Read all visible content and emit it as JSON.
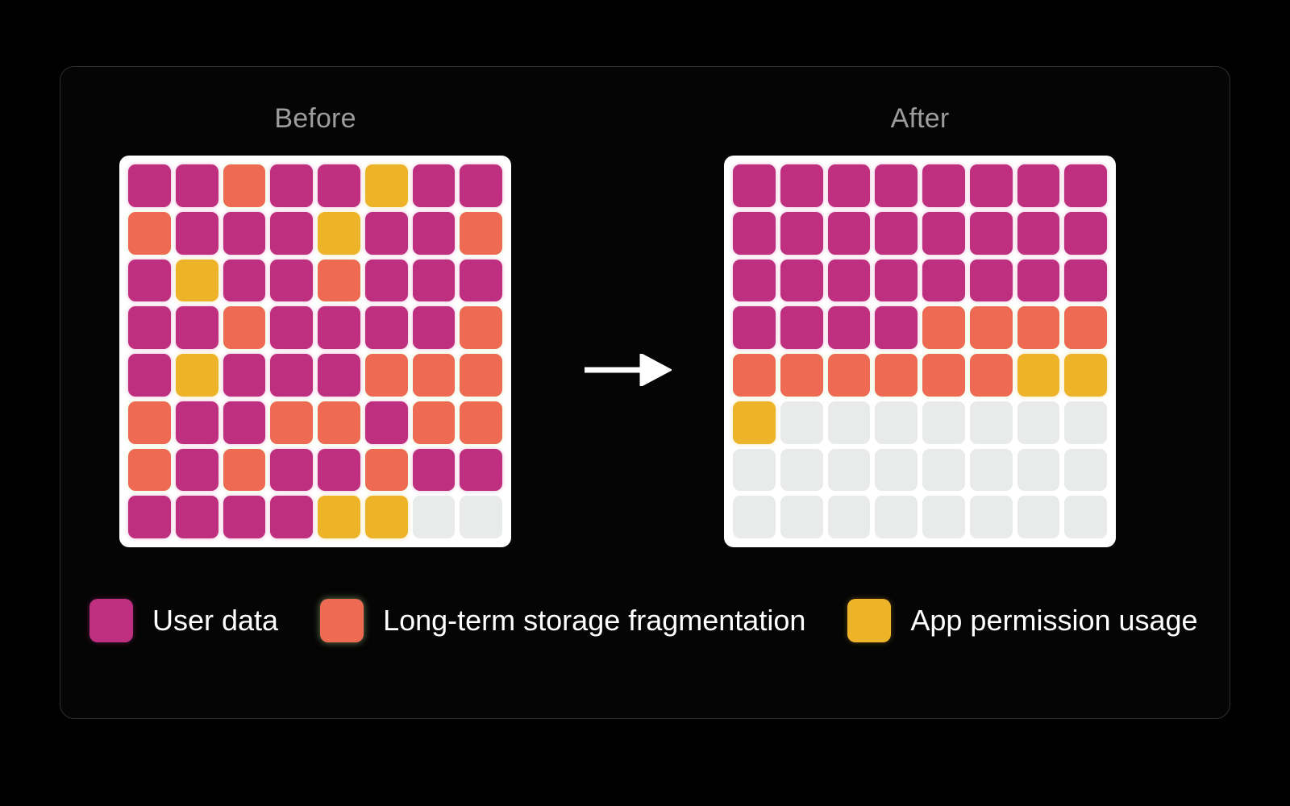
{
  "panels": [
    {
      "id": "before",
      "title": "Before",
      "rows": [
        [
          "magenta",
          "magenta",
          "orange",
          "magenta",
          "magenta",
          "yellow",
          "magenta",
          "magenta"
        ],
        [
          "orange",
          "magenta",
          "magenta",
          "magenta",
          "yellow",
          "magenta",
          "magenta",
          "orange"
        ],
        [
          "magenta",
          "yellow",
          "magenta",
          "magenta",
          "orange",
          "magenta",
          "magenta",
          "magenta"
        ],
        [
          "magenta",
          "magenta",
          "orange",
          "magenta",
          "magenta",
          "magenta",
          "magenta",
          "orange"
        ],
        [
          "magenta",
          "yellow",
          "magenta",
          "magenta",
          "magenta",
          "orange",
          "orange",
          "orange"
        ],
        [
          "orange",
          "magenta",
          "magenta",
          "orange",
          "orange",
          "magenta",
          "orange",
          "orange"
        ],
        [
          "orange",
          "magenta",
          "orange",
          "magenta",
          "magenta",
          "orange",
          "magenta",
          "magenta"
        ],
        [
          "magenta",
          "magenta",
          "magenta",
          "magenta",
          "yellow",
          "yellow",
          "empty",
          "empty"
        ]
      ]
    },
    {
      "id": "after",
      "title": "After",
      "rows": [
        [
          "magenta",
          "magenta",
          "magenta",
          "magenta",
          "magenta",
          "magenta",
          "magenta",
          "magenta"
        ],
        [
          "magenta",
          "magenta",
          "magenta",
          "magenta",
          "magenta",
          "magenta",
          "magenta",
          "magenta"
        ],
        [
          "magenta",
          "magenta",
          "magenta",
          "magenta",
          "magenta",
          "magenta",
          "magenta",
          "magenta"
        ],
        [
          "magenta",
          "magenta",
          "magenta",
          "magenta",
          "orange",
          "orange",
          "orange",
          "orange"
        ],
        [
          "orange",
          "orange",
          "orange",
          "orange",
          "orange",
          "orange",
          "yellow",
          "yellow"
        ],
        [
          "yellow",
          "empty",
          "empty",
          "empty",
          "empty",
          "empty",
          "empty",
          "empty"
        ],
        [
          "empty",
          "empty",
          "empty",
          "empty",
          "empty",
          "empty",
          "empty",
          "empty"
        ],
        [
          "empty",
          "empty",
          "empty",
          "empty",
          "empty",
          "empty",
          "empty",
          "empty"
        ]
      ]
    }
  ],
  "arrow": {
    "icon": "arrow-right-icon",
    "color": "#ffffff"
  },
  "legend": [
    {
      "key": "magenta",
      "label": "User data",
      "color": "#bf2f80"
    },
    {
      "key": "orange",
      "label": "Long-term storage fragmentation",
      "color": "#ee6a52"
    },
    {
      "key": "yellow",
      "label": "App permission usage",
      "color": "#edb429"
    }
  ],
  "colors": {
    "magenta": "#bf2f80",
    "orange": "#ee6a52",
    "yellow": "#edb429",
    "empty": "#e9eaea",
    "background": "#000000",
    "card_border": "#2e2e2e",
    "title_text": "#9d9d9d",
    "legend_text": "#ffffff",
    "grid_frame": "#ffffff"
  }
}
